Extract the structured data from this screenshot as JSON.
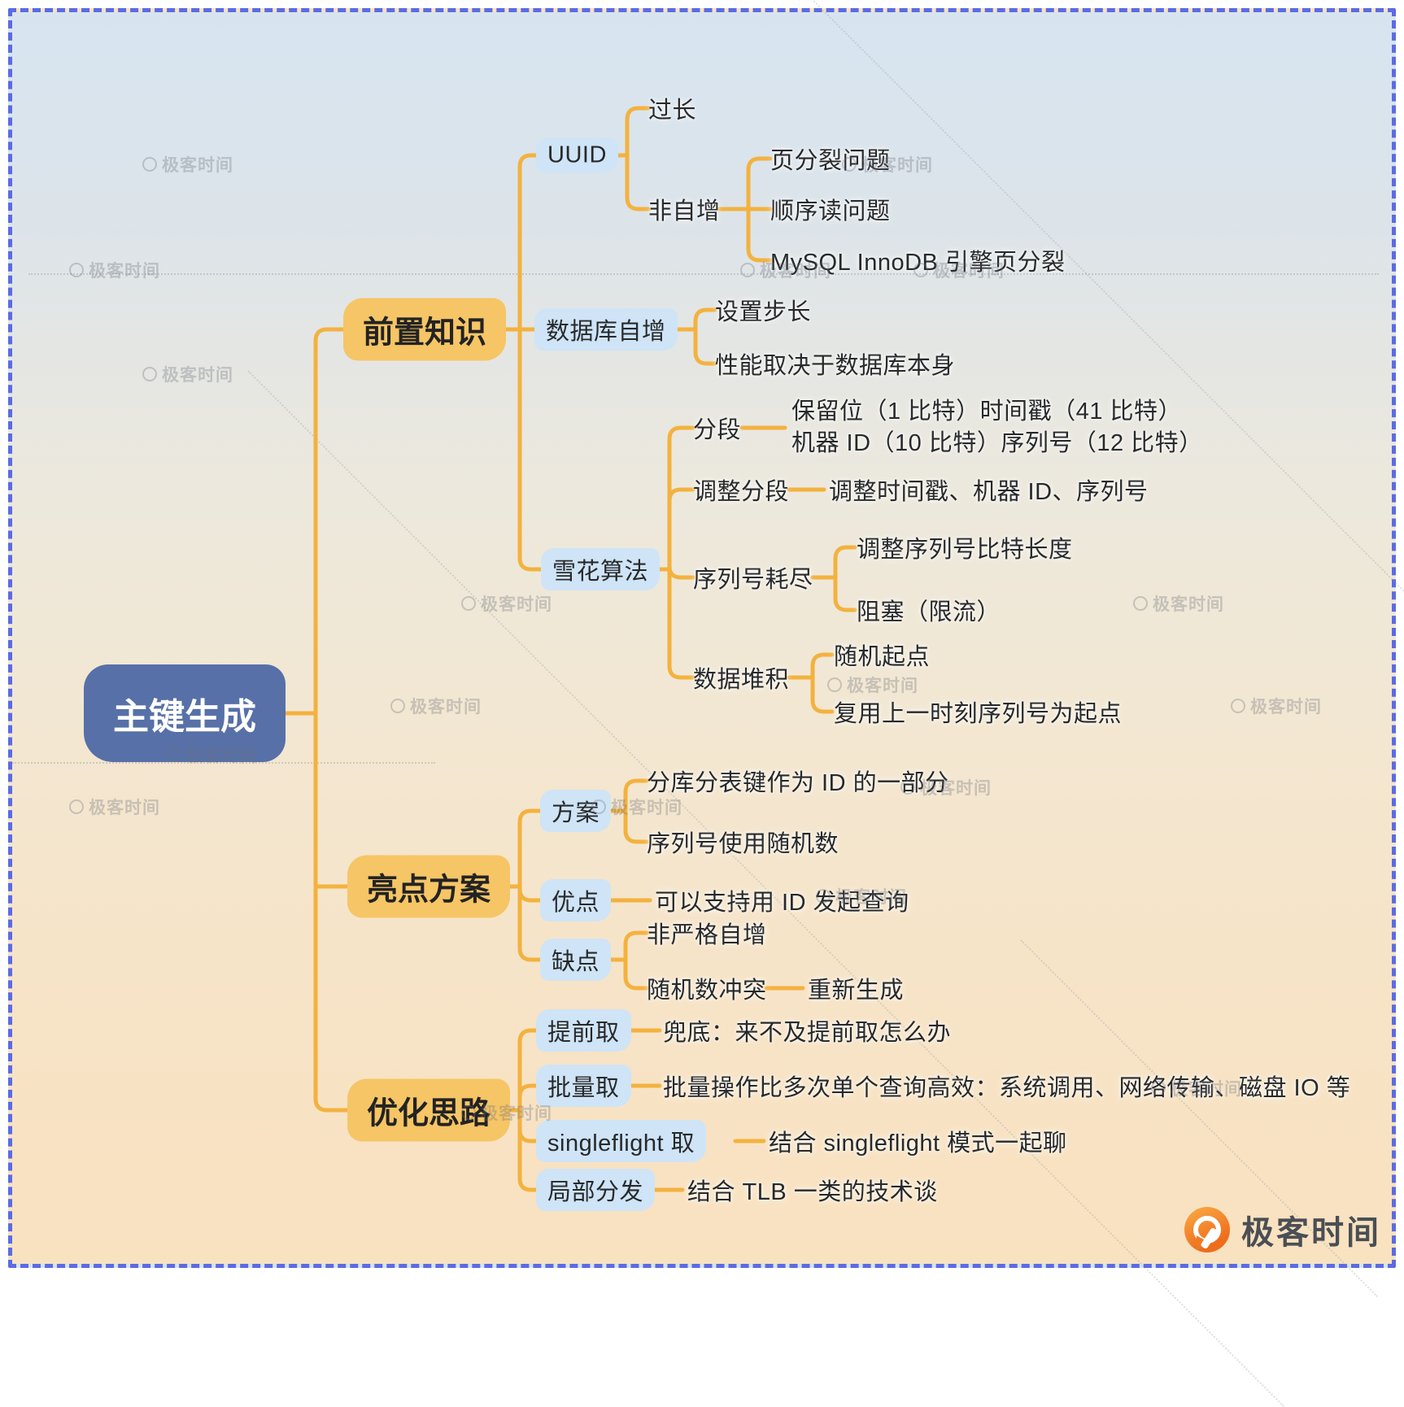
{
  "root": {
    "label": "主键生成"
  },
  "branches": [
    {
      "label": "前置知识",
      "children": [
        {
          "label": "UUID",
          "children": [
            {
              "label": "过长"
            },
            {
              "label": "非自增",
              "children": [
                {
                  "label": "页分裂问题"
                },
                {
                  "label": "顺序读问题"
                },
                {
                  "label": "MySQL InnoDB 引擎页分裂"
                }
              ]
            }
          ]
        },
        {
          "label": "数据库自增",
          "children": [
            {
              "label": "设置步长"
            },
            {
              "label": "性能取决于数据库本身"
            }
          ]
        },
        {
          "label": "雪花算法",
          "children": [
            {
              "label": "分段",
              "children": [
                {
                  "lines": [
                    "保留位（1 比特）时间戳（41 比特）",
                    "机器 ID（10 比特）序列号（12 比特）"
                  ]
                }
              ]
            },
            {
              "label": "调整分段",
              "children": [
                {
                  "label": "调整时间戳、机器 ID、序列号"
                }
              ]
            },
            {
              "label": "序列号耗尽",
              "children": [
                {
                  "label": "调整序列号比特长度"
                },
                {
                  "label": "阻塞（限流）"
                }
              ]
            },
            {
              "label": "数据堆积",
              "children": [
                {
                  "label": "随机起点"
                },
                {
                  "label": "复用上一时刻序列号为起点"
                }
              ]
            }
          ]
        }
      ]
    },
    {
      "label": "亮点方案",
      "children": [
        {
          "label": "方案",
          "children": [
            {
              "label": "分库分表键作为 ID 的一部分"
            },
            {
              "label": "序列号使用随机数"
            }
          ]
        },
        {
          "label": "优点",
          "children": [
            {
              "label": "可以支持用 ID 发起查询"
            }
          ]
        },
        {
          "label": "缺点",
          "children": [
            {
              "label": "非严格自增"
            },
            {
              "label": "随机数冲突",
              "children": [
                {
                  "label": "重新生成"
                }
              ]
            }
          ]
        }
      ]
    },
    {
      "label": "优化思路",
      "children": [
        {
          "label": "提前取",
          "children": [
            {
              "label": "兜底：来不及提前取怎么办"
            }
          ]
        },
        {
          "label": "批量取",
          "children": [
            {
              "label": "批量操作比多次单个查询高效：系统调用、网络传输、磁盘 IO 等"
            }
          ]
        },
        {
          "label": "singleflight 取",
          "children": [
            {
              "label": "结合 singleflight 模式一起聊"
            }
          ]
        },
        {
          "label": "局部分发",
          "children": [
            {
              "label": "结合 TLB 一类的技术谈"
            }
          ]
        }
      ]
    }
  ],
  "watermark": {
    "text": "极客时间"
  },
  "logo": {
    "text": "极客时间"
  },
  "colors": {
    "edge": "#f3b23f",
    "branch_box": "#f6c566",
    "leaf_box": "#cfe4f6",
    "root_box": "#5770a8",
    "border_dash": "#5b6be4",
    "logo_orange": "#ee6d1c",
    "text": "#27292b"
  }
}
